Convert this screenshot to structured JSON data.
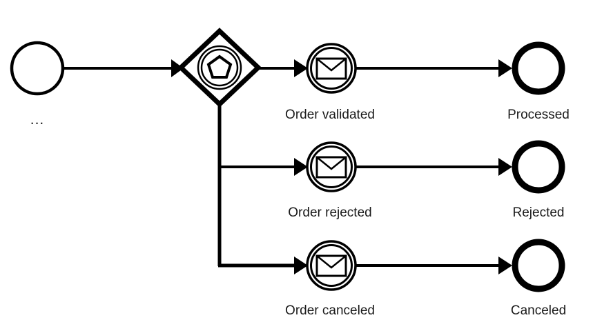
{
  "diagram": {
    "type": "bpmn-process-fragment",
    "notation": "BPMN 2.0",
    "background_color": "#ffffff",
    "stroke_color": "#000000",
    "text_color": "#1a1a1a"
  },
  "nodes": {
    "start_marker": {
      "kind": "event-thin-circle",
      "label": "...",
      "name": "continuation-circle"
    },
    "gateway": {
      "kind": "event-based-gateway",
      "marker": "pentagon-in-double-circle",
      "label": ""
    },
    "events": [
      {
        "id": "order-validated",
        "kind": "intermediate-message-catch-event",
        "label": "Order validated",
        "row": 1
      },
      {
        "id": "order-rejected",
        "kind": "intermediate-message-catch-event",
        "label": "Order rejected",
        "row": 2
      },
      {
        "id": "order-canceled",
        "kind": "intermediate-message-catch-event",
        "label": "Order canceled",
        "row": 3
      }
    ],
    "end_events": [
      {
        "id": "processed",
        "kind": "end-event",
        "label": "Processed",
        "row": 1
      },
      {
        "id": "rejected",
        "kind": "end-event",
        "label": "Rejected",
        "row": 2
      },
      {
        "id": "canceled",
        "kind": "end-event",
        "label": "Canceled",
        "row": 3
      }
    ]
  },
  "flows": [
    {
      "id": "flow-start-to-gateway",
      "from": "start_marker",
      "to": "gateway",
      "label": ""
    },
    {
      "id": "flow-gateway-to-order-validated",
      "from": "gateway",
      "to": "order-validated",
      "label": ""
    },
    {
      "id": "flow-gateway-to-order-rejected",
      "from": "gateway",
      "to": "order-rejected",
      "label": ""
    },
    {
      "id": "flow-gateway-to-order-canceled",
      "from": "gateway",
      "to": "order-canceled",
      "label": ""
    },
    {
      "id": "flow-order-validated-to-processed",
      "from": "order-validated",
      "to": "processed",
      "label": ""
    },
    {
      "id": "flow-order-rejected-to-rejected",
      "from": "order-rejected",
      "to": "rejected",
      "label": ""
    },
    {
      "id": "flow-order-canceled-to-canceled",
      "from": "order-canceled",
      "to": "canceled",
      "label": ""
    }
  ]
}
